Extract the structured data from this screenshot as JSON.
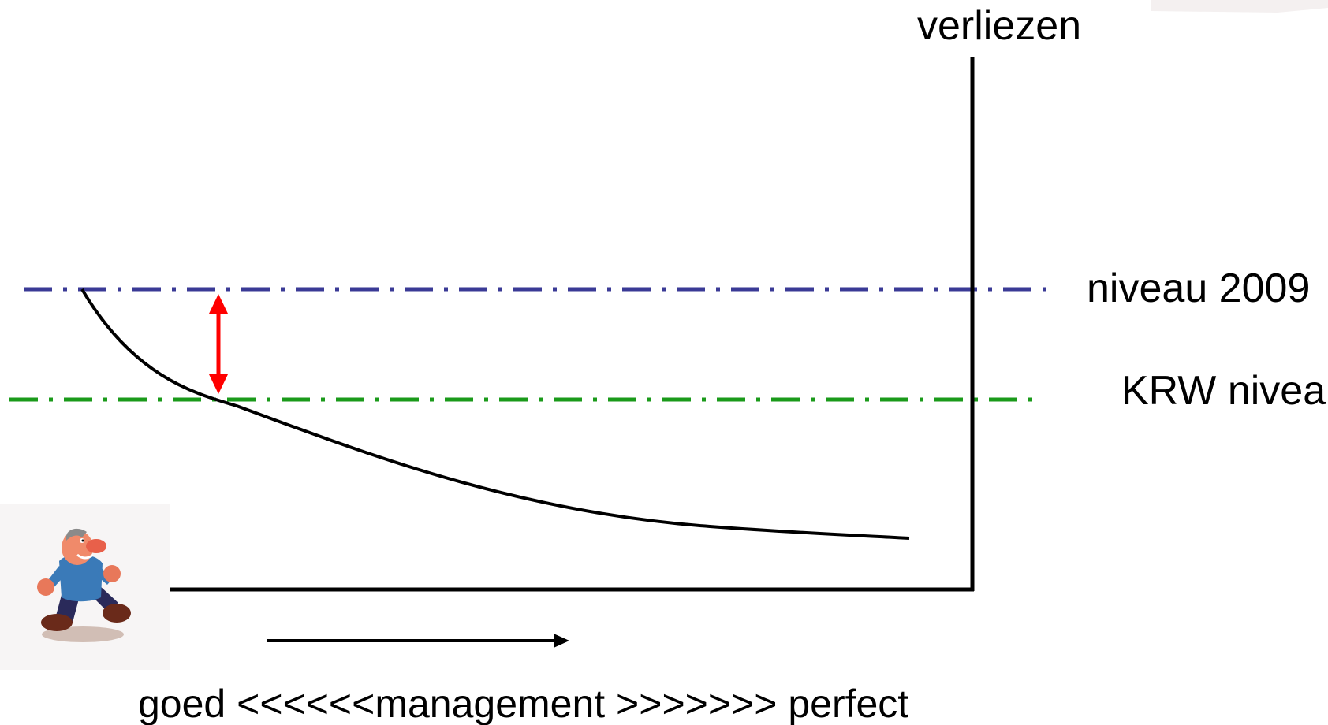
{
  "labels": {
    "y_axis": "verliezen",
    "level_2009": "niveau 2009",
    "level_krw": "KRW niveau",
    "x_axis": "goed <<<<<<management >>>>>>> perfect"
  },
  "colors": {
    "level_2009_line": "#3a3a96",
    "level_krw_line": "#1a9a1a",
    "gap_arrow": "#ff0000",
    "curve": "#000000",
    "axes": "#000000"
  },
  "icons": {
    "runner": "running-cartoon-man-icon"
  }
}
